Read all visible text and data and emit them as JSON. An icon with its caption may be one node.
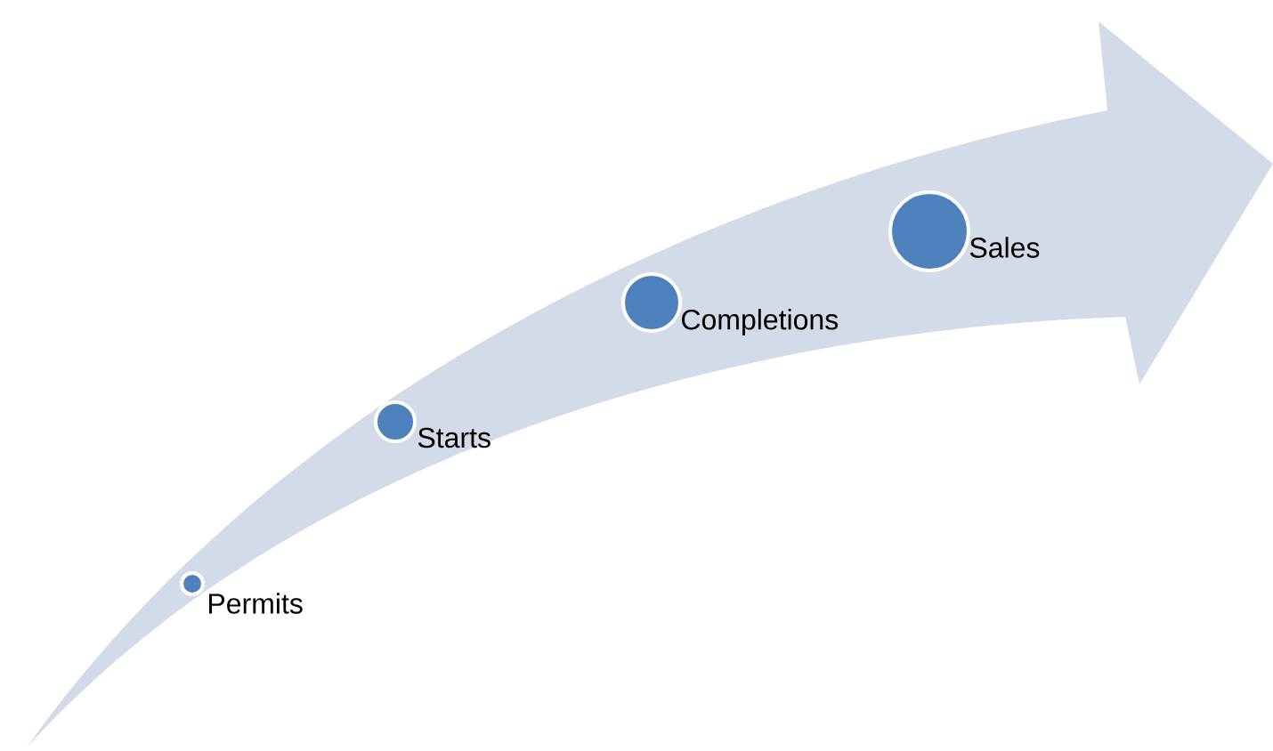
{
  "diagram": {
    "nodes": [
      {
        "text": [],
        "shape": "circle",
        "beside": [
          "Permits"
        ]
      },
      {
        "text": [],
        "shape": "circle",
        "beside": [
          "Starts"
        ]
      },
      {
        "text": [],
        "shape": "circle",
        "beside": [
          "Completions"
        ]
      },
      {
        "text": [],
        "shape": "circle",
        "beside": [
          "Sales"
        ]
      }
    ]
  }
}
